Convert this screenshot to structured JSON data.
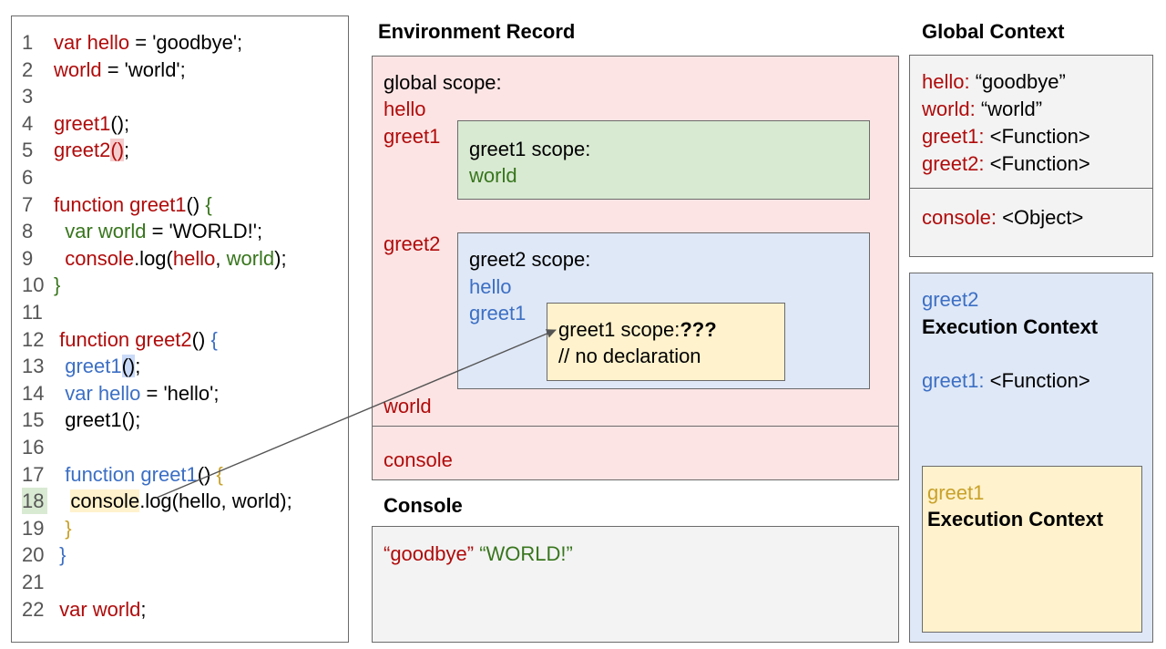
{
  "code": {
    "lines": [
      {
        "n": "1",
        "parts": [
          {
            "t": "var hello",
            "c": "r"
          },
          {
            "t": " = 'goodbye';",
            "c": "k"
          }
        ]
      },
      {
        "n": "2",
        "parts": [
          {
            "t": "world",
            "c": "r"
          },
          {
            "t": " = 'world';",
            "c": "k"
          }
        ]
      },
      {
        "n": "3",
        "parts": []
      },
      {
        "n": "4",
        "parts": [
          {
            "t": "greet1",
            "c": "r"
          },
          {
            "t": "();",
            "c": "k"
          }
        ]
      },
      {
        "n": "5",
        "parts": [
          {
            "t": "greet2",
            "c": "r"
          },
          {
            "t": "()",
            "c": "r hl-red"
          },
          {
            "t": ";",
            "c": "k"
          }
        ]
      },
      {
        "n": "6",
        "parts": []
      },
      {
        "n": "7",
        "parts": [
          {
            "t": "function greet1",
            "c": "r"
          },
          {
            "t": "() ",
            "c": "k"
          },
          {
            "t": "{",
            "c": "g"
          }
        ]
      },
      {
        "n": "8",
        "parts": [
          {
            "t": "  var world",
            "c": "g"
          },
          {
            "t": " = 'WORLD!';",
            "c": "k"
          }
        ]
      },
      {
        "n": "9",
        "parts": [
          {
            "t": "  console",
            "c": "r"
          },
          {
            "t": ".log(",
            "c": "k"
          },
          {
            "t": "hello",
            "c": "r"
          },
          {
            "t": ", ",
            "c": "k"
          },
          {
            "t": "world",
            "c": "g"
          },
          {
            "t": ");",
            "c": "k"
          }
        ]
      },
      {
        "n": "10",
        "parts": [
          {
            "t": "}",
            "c": "g"
          }
        ]
      },
      {
        "n": "11",
        "parts": []
      },
      {
        "n": "12",
        "parts": [
          {
            "t": " function greet2",
            "c": "r"
          },
          {
            "t": "() ",
            "c": "k"
          },
          {
            "t": "{",
            "c": "b"
          }
        ]
      },
      {
        "n": "13",
        "parts": [
          {
            "t": "  greet1",
            "c": "b"
          },
          {
            "t": "()",
            "c": "k hl-blue"
          },
          {
            "t": ";",
            "c": "k"
          }
        ]
      },
      {
        "n": "14",
        "parts": [
          {
            "t": "  var hello",
            "c": "b"
          },
          {
            "t": " = 'hello';",
            "c": "k"
          }
        ]
      },
      {
        "n": "15",
        "parts": [
          {
            "t": "  greet1();",
            "c": "k"
          }
        ]
      },
      {
        "n": "16",
        "parts": []
      },
      {
        "n": "17",
        "parts": [
          {
            "t": "  function greet1",
            "c": "b"
          },
          {
            "t": "() ",
            "c": "k"
          },
          {
            "t": "{",
            "c": "y"
          }
        ]
      },
      {
        "n": "18",
        "hl": true,
        "parts": [
          {
            "t": "   ",
            "c": "k"
          },
          {
            "t": "console",
            "c": "k hl-yellow"
          },
          {
            "t": ".log(hello, world);",
            "c": "k"
          }
        ]
      },
      {
        "n": "19",
        "parts": [
          {
            "t": "  }",
            "c": "y"
          }
        ]
      },
      {
        "n": "20",
        "parts": [
          {
            "t": " }",
            "c": "b"
          }
        ]
      },
      {
        "n": "21",
        "parts": []
      },
      {
        "n": "22",
        "parts": [
          {
            "t": " var world",
            "c": "r"
          },
          {
            "t": ";",
            "c": "k"
          }
        ]
      }
    ]
  },
  "env": {
    "title": "Environment Record",
    "global_label": "global scope:",
    "global_hello": "hello",
    "global_greet1": "greet1",
    "global_greet2": "greet2",
    "global_world": "world",
    "global_console": "console",
    "greet1_scope": {
      "title": "greet1 scope:",
      "var": "world"
    },
    "greet2_scope": {
      "title": "greet2 scope:",
      "var1": "hello",
      "var2": "greet1"
    },
    "inner_scope": {
      "title": "greet1 scope:",
      "title_mark": "???",
      "note": "// no declaration"
    }
  },
  "console": {
    "title": "Console",
    "out1": "“goodbye”",
    "out2": "“WORLD!”"
  },
  "global_ctx": {
    "title": "Global Context",
    "rows": [
      {
        "key": "hello:",
        "val": "“goodbye”"
      },
      {
        "key": "world:",
        "val": "“world”"
      },
      {
        "key": "greet1:",
        "val": "<Function>"
      },
      {
        "key": "greet2:",
        "val": "<Function>"
      }
    ],
    "console_key": "console:",
    "console_val": "<Object>"
  },
  "greet2_exec": {
    "name": "greet2",
    "label": "Execution Context",
    "key": "greet1:",
    "val": "<Function>"
  },
  "greet1_exec": {
    "name": "greet1",
    "label": "Execution Context"
  },
  "colors": {
    "red": "#b00b0b",
    "green": "#38761d",
    "blue": "#3c6fc4",
    "yellow": "#c8a12a",
    "env_bg": "#fde4e4",
    "green_bg": "#d9ead3",
    "blue_bg": "#dfe8f7",
    "yellow_bg": "#fff2cc",
    "gray_bg": "#f3f3f3"
  }
}
